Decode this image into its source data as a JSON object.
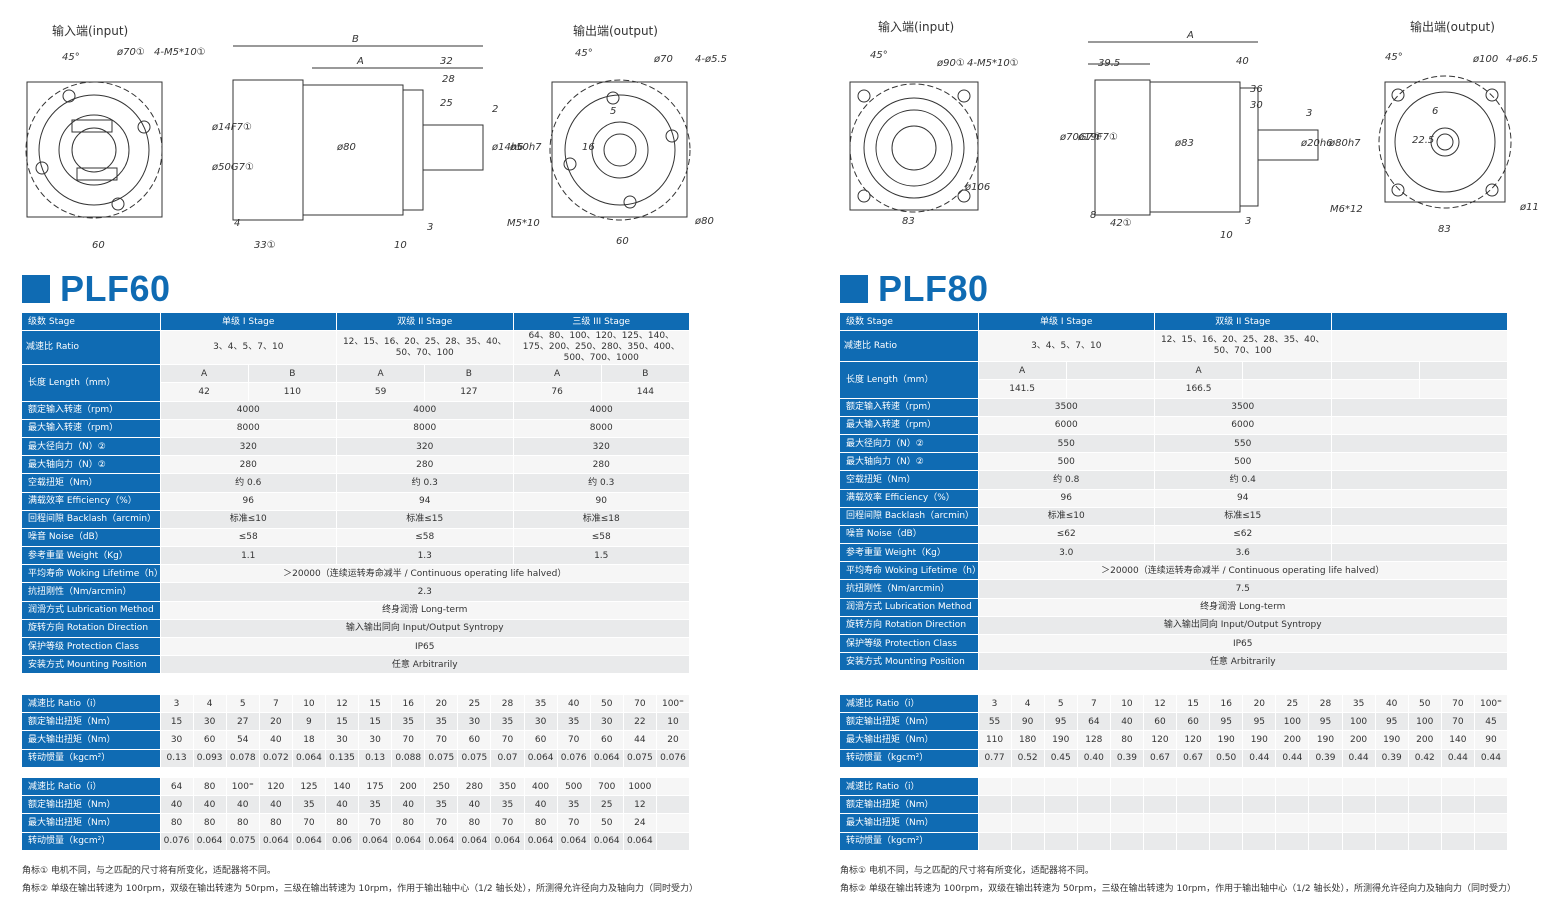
{
  "colors": {
    "accent": "#0f6bb3",
    "row_gray": "#e9eaeb",
    "row_light": "#f6f6f6"
  },
  "left": {
    "model": "PLF60",
    "drawing": {
      "input_caption": "输入端(input)",
      "output_caption": "输出端(output)",
      "dims": [
        "45°",
        "ø70①",
        "4-M5*10①",
        "ø50G7①",
        "ø14F7①",
        "60",
        "4",
        "33①",
        "B",
        "A",
        "32",
        "28",
        "25",
        "2",
        "ø80",
        "ø14h6",
        "ø50h7",
        "M5*10",
        "10",
        "3",
        "45°",
        "ø70",
        "4-ø5.5",
        "16",
        "5",
        "60",
        "ø80"
      ]
    },
    "spec": {
      "stage_label": "级数 Stage",
      "stages": [
        "单级 I Stage",
        "双级 II Stage",
        "三级 III Stage"
      ],
      "ratio_label": "减速比 Ratio",
      "ratios": [
        "3、4、5、7、10",
        "12、15、16、20、25、28、35、40、50、70、100",
        "64、80、100、120、125、140、175、200、250、280、350、400、500、700、1000"
      ],
      "length_label": "长度 Length（mm）",
      "length_heads": [
        "A",
        "B",
        "A",
        "B",
        "A",
        "B"
      ],
      "length_vals": [
        "42",
        "110",
        "59",
        "127",
        "76",
        "144"
      ],
      "rows": [
        {
          "label": "额定输入转速（rpm）",
          "vals": [
            "4000",
            "4000",
            "4000"
          ]
        },
        {
          "label": "最大输入转速（rpm）",
          "vals": [
            "8000",
            "8000",
            "8000"
          ]
        },
        {
          "label": "最大径向力（N）②",
          "vals": [
            "320",
            "320",
            "320"
          ]
        },
        {
          "label": "最大轴向力（N）②",
          "vals": [
            "280",
            "280",
            "280"
          ]
        },
        {
          "label": "空载扭矩（Nm）",
          "vals": [
            "约 0.6",
            "约 0.3",
            "约 0.3"
          ]
        },
        {
          "label": "满载效率 Efficiency（%）",
          "vals": [
            "96",
            "94",
            "90"
          ]
        },
        {
          "label": "回程间隙 Backlash（arcmin）",
          "vals": [
            "标准≤10",
            "标准≤15",
            "标准≤18"
          ]
        },
        {
          "label": "噪音 Noise（dB）",
          "vals": [
            "≤58",
            "≤58",
            "≤58"
          ]
        },
        {
          "label": "参考重量 Weight（Kg）",
          "vals": [
            "1.1",
            "1.3",
            "1.5"
          ]
        }
      ],
      "merged": [
        {
          "label": "平均寿命 Woking Lifetime（h）",
          "val": "＞20000（连续运转寿命减半 / Continuous operating life halved）"
        },
        {
          "label": "抗扭刚性（Nm/arcmin）",
          "val": "2.3"
        },
        {
          "label": "润滑方式 Lubrication Method",
          "val": "终身润滑 Long-term"
        },
        {
          "label": "旋转方向 Rotation Direction",
          "val": "输入输出同向 Input/Output Syntropy"
        },
        {
          "label": "保护等级 Protection Class",
          "val": "IP65"
        },
        {
          "label": "安装方式 Mounting Position",
          "val": "任意 Arbitrarily"
        }
      ]
    },
    "ratio_tables": [
      {
        "rows": [
          {
            "label": "减速比 Ratio（i）",
            "vals": [
              "3",
              "4",
              "5",
              "7",
              "10",
              "12",
              "15",
              "16",
              "20",
              "25",
              "28",
              "35",
              "40",
              "50",
              "70",
              "100⁼"
            ]
          },
          {
            "label": "额定输出扭矩（Nm）",
            "vals": [
              "15",
              "30",
              "27",
              "20",
              "9",
              "15",
              "15",
              "35",
              "35",
              "30",
              "35",
              "30",
              "35",
              "30",
              "22",
              "10"
            ]
          },
          {
            "label": "最大输出扭矩（Nm）",
            "vals": [
              "30",
              "60",
              "54",
              "40",
              "18",
              "30",
              "30",
              "70",
              "70",
              "60",
              "70",
              "60",
              "70",
              "60",
              "44",
              "20"
            ]
          },
          {
            "label": "转动惯量（kgcm²）",
            "vals": [
              "0.13",
              "0.093",
              "0.078",
              "0.072",
              "0.064",
              "0.135",
              "0.13",
              "0.088",
              "0.075",
              "0.075",
              "0.07",
              "0.064",
              "0.076",
              "0.064",
              "0.075",
              "0.076"
            ]
          }
        ]
      },
      {
        "rows": [
          {
            "label": "减速比 Ratio（i）",
            "vals": [
              "64",
              "80",
              "100⁼",
              "120",
              "125",
              "140",
              "175",
              "200",
              "250",
              "280",
              "350",
              "400",
              "500",
              "700",
              "1000",
              ""
            ]
          },
          {
            "label": "额定输出扭矩（Nm）",
            "vals": [
              "40",
              "40",
              "40",
              "40",
              "35",
              "40",
              "35",
              "40",
              "35",
              "40",
              "35",
              "40",
              "35",
              "25",
              "12",
              ""
            ]
          },
          {
            "label": "最大输出扭矩（Nm）",
            "vals": [
              "80",
              "80",
              "80",
              "80",
              "70",
              "80",
              "70",
              "80",
              "70",
              "80",
              "70",
              "80",
              "70",
              "50",
              "24",
              ""
            ]
          },
          {
            "label": "转动惯量（kgcm²）",
            "vals": [
              "0.076",
              "0.064",
              "0.075",
              "0.064",
              "0.064",
              "0.06",
              "0.064",
              "0.064",
              "0.064",
              "0.064",
              "0.064",
              "0.064",
              "0.064",
              "0.064",
              "0.064",
              ""
            ]
          }
        ]
      }
    ],
    "notes": [
      "角标①  电机不同，与之匹配的尺寸将有所变化，适配器将不同。",
      "角标②  单级在输出转速为 100rpm，双级在输出转速为 50rpm，三级在输出转速为 10rpm，作用于输出轴中心（1/2 轴长处），所测得允许径向力及轴向力（同时受力）"
    ]
  },
  "right": {
    "model": "PLF80",
    "drawing": {
      "input_caption": "输入端(input)",
      "output_caption": "输出端(output)",
      "dims": [
        "45°",
        "ø90①",
        "4-M5*10①",
        "ø70G7①",
        "ø19F7①",
        "ø106",
        "83",
        "8",
        "42①",
        "A",
        "39.5",
        "40",
        "36",
        "30",
        "3",
        "ø83",
        "ø20h6",
        "ø80h7",
        "M6*12",
        "10",
        "3",
        "45°",
        "ø100",
        "4-ø6.5",
        "22.5",
        "6",
        "83",
        "ø11"
      ]
    },
    "spec": {
      "stage_label": "级数 Stage",
      "stages": [
        "单级 I Stage",
        "双级 II Stage",
        ""
      ],
      "ratio_label": "减速比 Ratio",
      "ratios": [
        "3、4、5、7、10",
        "12、15、16、20、25、28、35、40、50、70、100",
        ""
      ],
      "length_label": "长度 Length（mm）",
      "length_heads": [
        "A",
        "",
        "A",
        "",
        "",
        ""
      ],
      "length_vals": [
        "141.5",
        "",
        "166.5",
        "",
        "",
        ""
      ],
      "rows": [
        {
          "label": "额定输入转速（rpm）",
          "vals": [
            "3500",
            "3500",
            ""
          ]
        },
        {
          "label": "最大输入转速（rpm）",
          "vals": [
            "6000",
            "6000",
            ""
          ]
        },
        {
          "label": "最大径向力（N）②",
          "vals": [
            "550",
            "550",
            ""
          ]
        },
        {
          "label": "最大轴向力（N）②",
          "vals": [
            "500",
            "500",
            ""
          ]
        },
        {
          "label": "空载扭矩（Nm）",
          "vals": [
            "约 0.8",
            "约 0.4",
            ""
          ]
        },
        {
          "label": "满载效率 Efficiency（%）",
          "vals": [
            "96",
            "94",
            ""
          ]
        },
        {
          "label": "回程间隙 Backlash（arcmin）",
          "vals": [
            "标准≤10",
            "标准≤15",
            ""
          ]
        },
        {
          "label": "噪音 Noise（dB）",
          "vals": [
            "≤62",
            "≤62",
            ""
          ]
        },
        {
          "label": "参考重量 Weight（Kg）",
          "vals": [
            "3.0",
            "3.6",
            ""
          ]
        }
      ],
      "merged": [
        {
          "label": "平均寿命 Woking Lifetime（h）",
          "val": "＞20000（连续运转寿命减半 / Continuous operating life halved）"
        },
        {
          "label": "抗扭刚性（Nm/arcmin）",
          "val": "7.5"
        },
        {
          "label": "润滑方式 Lubrication Method",
          "val": "终身润滑 Long-term"
        },
        {
          "label": "旋转方向 Rotation Direction",
          "val": "输入输出同向 Input/Output Syntropy"
        },
        {
          "label": "保护等级 Protection Class",
          "val": "IP65"
        },
        {
          "label": "安装方式 Mounting Position",
          "val": "任意 Arbitrarily"
        }
      ]
    },
    "ratio_tables": [
      {
        "rows": [
          {
            "label": "减速比 Ratio（i）",
            "vals": [
              "3",
              "4",
              "5",
              "7",
              "10",
              "12",
              "15",
              "16",
              "20",
              "25",
              "28",
              "35",
              "40",
              "50",
              "70",
              "100⁼"
            ]
          },
          {
            "label": "额定输出扭矩（Nm）",
            "vals": [
              "55",
              "90",
              "95",
              "64",
              "40",
              "60",
              "60",
              "95",
              "95",
              "100",
              "95",
              "100",
              "95",
              "100",
              "70",
              "45"
            ]
          },
          {
            "label": "最大输出扭矩（Nm）",
            "vals": [
              "110",
              "180",
              "190",
              "128",
              "80",
              "120",
              "120",
              "190",
              "190",
              "200",
              "190",
              "200",
              "190",
              "200",
              "140",
              "90"
            ]
          },
          {
            "label": "转动惯量（kgcm²）",
            "vals": [
              "0.77",
              "0.52",
              "0.45",
              "0.40",
              "0.39",
              "0.67",
              "0.67",
              "0.50",
              "0.44",
              "0.44",
              "0.39",
              "0.44",
              "0.39",
              "0.42",
              "0.44",
              "0.44"
            ]
          }
        ]
      },
      {
        "rows": [
          {
            "label": "减速比 Ratio（i）",
            "vals": [
              "",
              "",
              "",
              "",
              "",
              "",
              "",
              "",
              "",
              "",
              "",
              "",
              "",
              "",
              "",
              ""
            ]
          },
          {
            "label": "额定输出扭矩（Nm）",
            "vals": [
              "",
              "",
              "",
              "",
              "",
              "",
              "",
              "",
              "",
              "",
              "",
              "",
              "",
              "",
              "",
              ""
            ]
          },
          {
            "label": "最大输出扭矩（Nm）",
            "vals": [
              "",
              "",
              "",
              "",
              "",
              "",
              "",
              "",
              "",
              "",
              "",
              "",
              "",
              "",
              "",
              ""
            ]
          },
          {
            "label": "转动惯量（kgcm²）",
            "vals": [
              "",
              "",
              "",
              "",
              "",
              "",
              "",
              "",
              "",
              "",
              "",
              "",
              "",
              "",
              "",
              ""
            ]
          }
        ]
      }
    ],
    "notes": [
      "角标①  电机不同，与之匹配的尺寸将有所变化，适配器将不同。",
      "角标②  单级在输出转速为 100rpm，双级在输出转速为 50rpm，三级在输出转速为 10rpm，作用于输出轴中心（1/2 轴长处），所测得允许径向力及轴向力（同时受力）"
    ]
  }
}
